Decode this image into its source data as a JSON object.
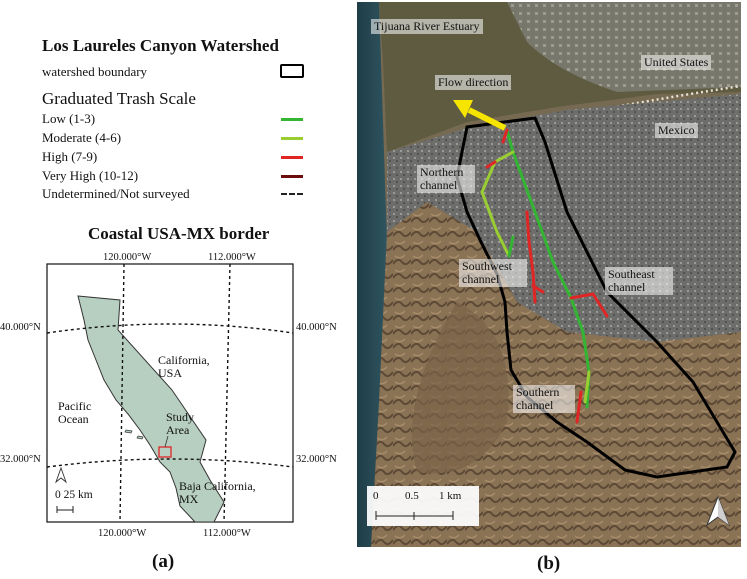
{
  "legend": {
    "title": "Los Laureles Canyon Watershed",
    "boundary_label": "watershed boundary",
    "scale_title": "Graduated Trash Scale",
    "items": [
      {
        "label": "Low (1-3)",
        "color": "#33b533"
      },
      {
        "label": "Moderate (4-6)",
        "color": "#9acd32"
      },
      {
        "label": "High (7-9)",
        "color": "#e02525"
      },
      {
        "label": "Very High (10-12)",
        "color": "#6b0d0d"
      },
      {
        "label": "Undetermined/Not surveyed",
        "color": "#222222"
      }
    ]
  },
  "inset": {
    "title": "Coastal USA-MX border",
    "lon_top": [
      "120.000°W",
      "112.000°W"
    ],
    "lon_bottom": [
      "120.000°W",
      "112.000°W"
    ],
    "lat_left": [
      "40.000°N",
      "32.000°N"
    ],
    "lat_right": [
      "40.000°N",
      "32.000°N"
    ],
    "labels": {
      "california": "California,\nUSA",
      "pacific": "Pacific\nOcean",
      "study_area": "Study\nArea",
      "baja": "Baja California,\nMX"
    },
    "scalebar": "0 25 km",
    "caption": "(a)",
    "land_color": "#b7cfc0"
  },
  "satellite": {
    "labels": {
      "estuary": "Tijuana River Estuary",
      "us": "United States",
      "mexico": "Mexico",
      "flow": "Flow direction",
      "northern": "Northern\nchannel",
      "southwest": "Southwest\nchannel",
      "southeast": "Southeast\nchannel",
      "southern": "Southern\nchannel"
    },
    "scale_ticks": [
      "0",
      "0.5",
      "1 km"
    ],
    "caption": "(b)",
    "flow_color": "#f5e500"
  }
}
